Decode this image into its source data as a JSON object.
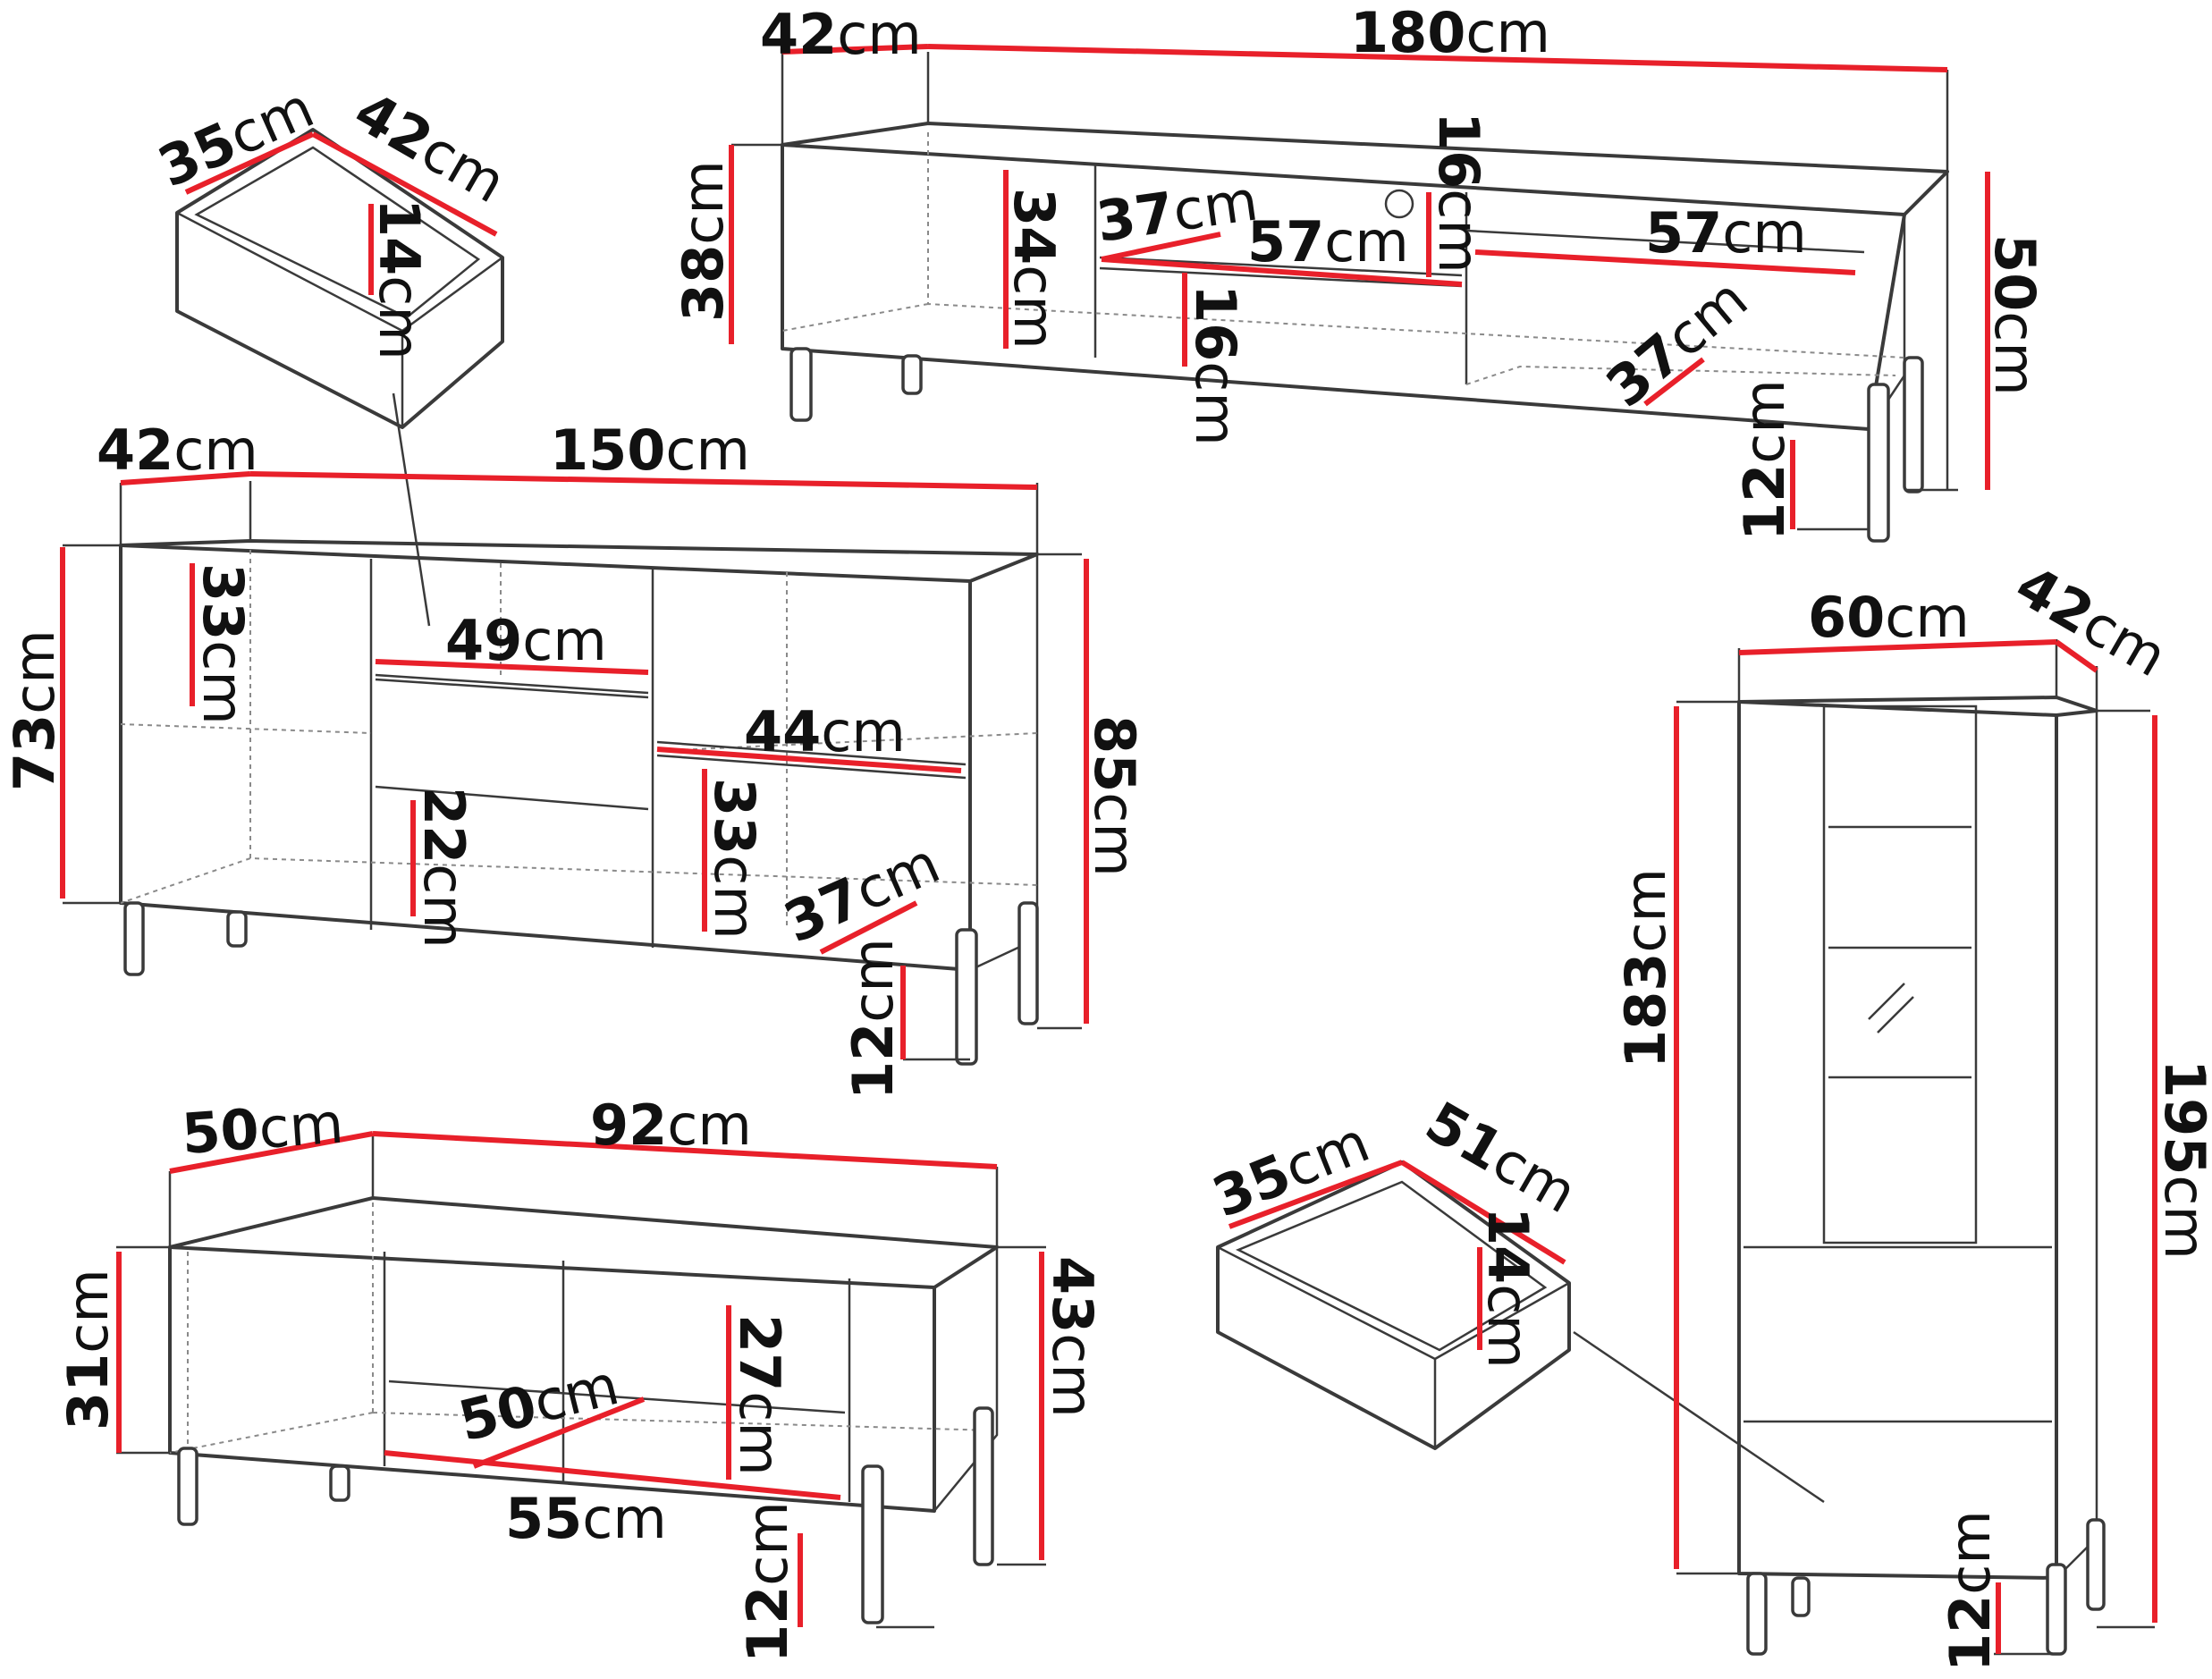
{
  "colors": {
    "dimension_line": "#e8202a",
    "outline": "#3a3a3a",
    "background": "#ffffff"
  },
  "tv_unit": {
    "depth": "42",
    "width": "180",
    "height_body": "38",
    "height_total": "50",
    "drawer_height": "16",
    "open_shelf_height": "16",
    "left_compartment_height": "34",
    "shelf_depth_left": "37",
    "drawer_width": "57",
    "right_width": "57",
    "shelf_depth_right": "37",
    "leg_height": "12"
  },
  "small_drawer": {
    "front": "35",
    "depth": "42",
    "height": "14"
  },
  "sideboard": {
    "depth": "42",
    "width": "150",
    "height_body": "73",
    "height_total": "85",
    "left_compartment_height": "33",
    "drawer_width": "49",
    "drawer_height": "22",
    "shelf_width": "44",
    "right_compartment_height": "33",
    "shelf_depth": "37",
    "leg_height": "12"
  },
  "coffee_table": {
    "depth": "50",
    "width": "92",
    "height_body": "31",
    "height_total": "43",
    "compartment_height": "27",
    "compartment_depth": "50",
    "compartment_width": "55",
    "leg_height": "12"
  },
  "large_drawer": {
    "front": "35",
    "depth": "51",
    "height": "14"
  },
  "cabinet": {
    "width": "60",
    "depth": "42",
    "height_body": "183",
    "height_total": "195",
    "leg_height": "12"
  },
  "unit": "cm"
}
